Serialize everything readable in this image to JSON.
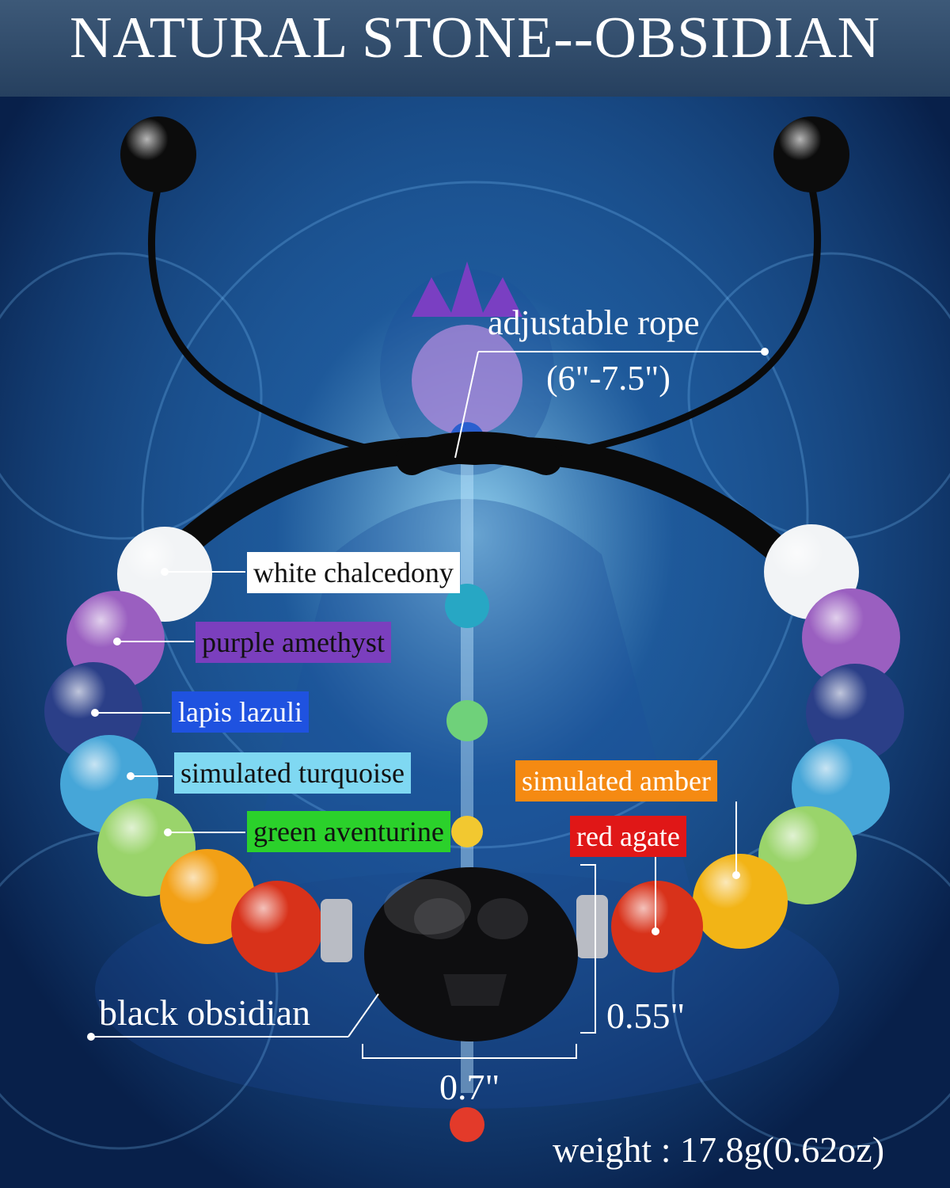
{
  "title": "NATURAL STONE--OBSIDIAN",
  "rope": {
    "label": "adjustable rope",
    "range": "(6\"-7.5\")"
  },
  "stones": [
    {
      "key": "white_chalcedony",
      "label": "white chalcedony",
      "bg": "#ffffff",
      "fg": "#111111",
      "bead": "#f2f4f6"
    },
    {
      "key": "purple_amethyst",
      "label": "purple amethyst",
      "bg": "#7b3fbe",
      "fg": "#111111",
      "bead": "#9a5fc0"
    },
    {
      "key": "lapis_lazuli",
      "label": "lapis lazuli",
      "bg": "#1f52e0",
      "fg": "#ffffff",
      "bead": "#2b3f88"
    },
    {
      "key": "simulated_turquoise",
      "label": "simulated turquoise",
      "bg": "#7fd8f2",
      "fg": "#111111",
      "bead": "#46a6d8"
    },
    {
      "key": "green_aventurine",
      "label": "green aventurine",
      "bg": "#2bd12b",
      "fg": "#111111",
      "bead": "#9ad46b"
    },
    {
      "key": "simulated_amber",
      "label": "simulated amber",
      "bg": "#f58a12",
      "fg": "#ffffff",
      "bead": "#f2b416"
    },
    {
      "key": "red_agate",
      "label": "red agate",
      "bg": "#e01717",
      "fg": "#ffffff",
      "bead": "#d8321a"
    }
  ],
  "centerpiece": {
    "label": "black obsidian",
    "color": "#111111"
  },
  "dimensions": {
    "height": "0.55\"",
    "width": "0.7\""
  },
  "weight": "weight : 17.8g(0.62oz)",
  "colors": {
    "background": "#0b2a55",
    "glow": "#7fd0ff",
    "rope": "#0a0a0a"
  }
}
